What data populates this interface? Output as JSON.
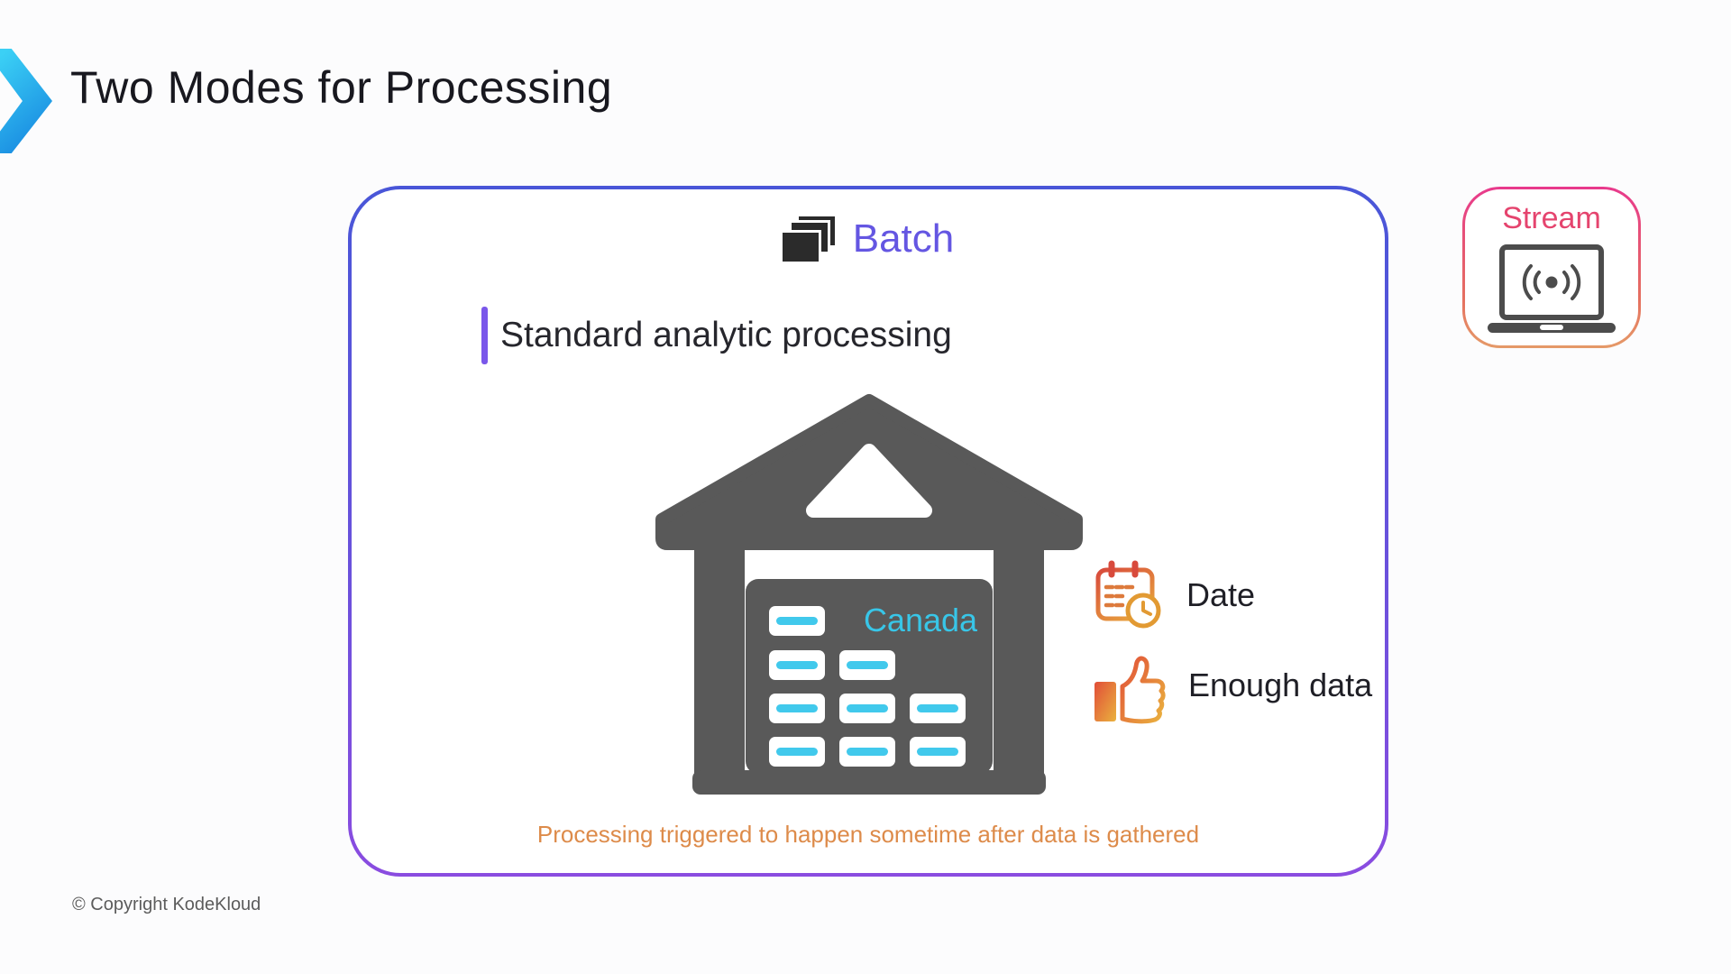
{
  "slide": {
    "title": "Two Modes for Processing",
    "copyright": "© Copyright KodeKloud"
  },
  "batch_card": {
    "title": "Batch",
    "title_icon": "stacked-papers-icon",
    "subtitle": "Standard analytic processing",
    "warehouse_label": "Canada",
    "features": [
      {
        "icon": "calendar-clock-icon",
        "label": "Date"
      },
      {
        "icon": "thumbs-up-icon",
        "label": "Enough data"
      }
    ],
    "caption": "Processing triggered to happen sometime after data is gathered"
  },
  "stream_card": {
    "title": "Stream",
    "icon": "laptop-broadcast-icon"
  },
  "colors": {
    "batch_accent": "#6456e2",
    "batch_border_top": "#4956d8",
    "batch_border_bottom": "#8a4ce0",
    "subtitle_bar": "#7a57ea",
    "stream_title": "#e5446e",
    "stream_border_top": "#e8398c",
    "stream_border_bottom": "#e59a68",
    "caption_orange": "#dd8b4a",
    "warehouse_gray": "#595959",
    "cyan": "#41c9ec",
    "chevron_cyan": "#3bd0f5",
    "chevron_blue": "#1787e0",
    "icon_orange_red": "#d84a3c",
    "icon_orange_gold": "#e8a23d"
  }
}
